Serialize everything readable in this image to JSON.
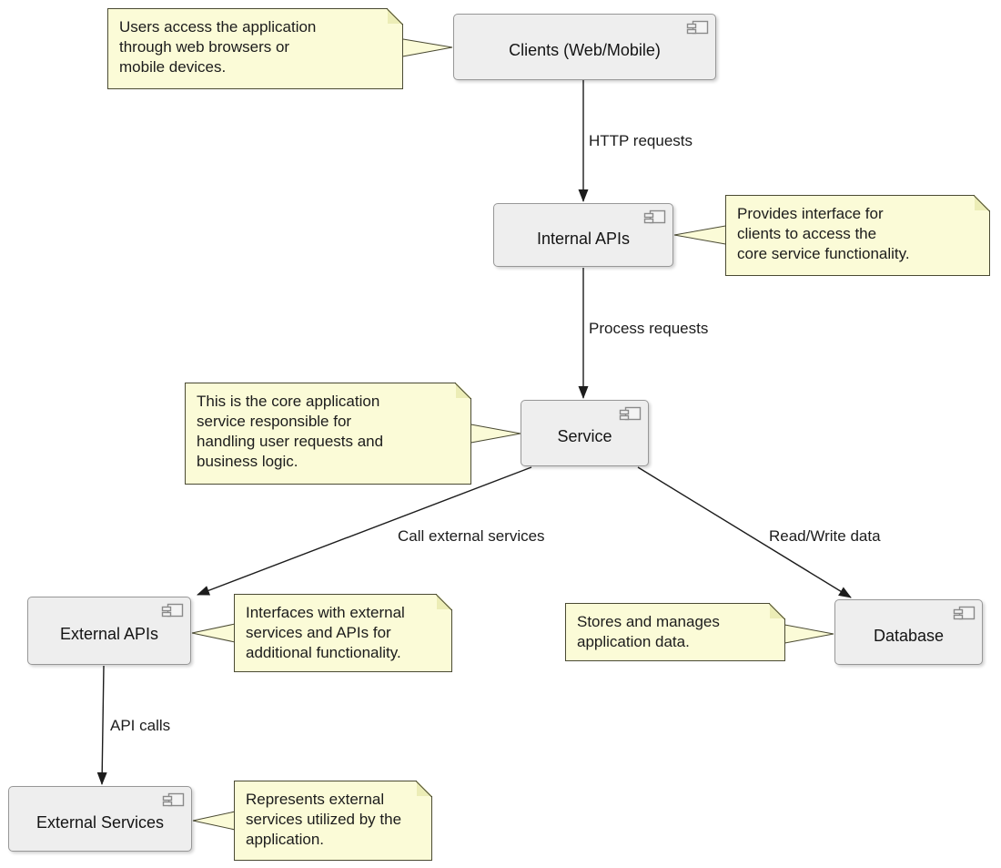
{
  "diagram_type": "uml-component-diagram",
  "components": [
    {
      "id": "clients",
      "label": "Clients (Web/Mobile)"
    },
    {
      "id": "internal-apis",
      "label": "Internal APIs"
    },
    {
      "id": "service",
      "label": "Service"
    },
    {
      "id": "external-apis",
      "label": "External APIs"
    },
    {
      "id": "database",
      "label": "Database"
    },
    {
      "id": "external-services",
      "label": "External Services"
    }
  ],
  "notes": [
    {
      "attached_to": "clients",
      "text": "Users access the application\nthrough web browsers or\nmobile devices."
    },
    {
      "attached_to": "internal-apis",
      "text": "Provides interface for\nclients to access the\ncore service functionality."
    },
    {
      "attached_to": "service",
      "text": "This is the core application\nservice responsible for\nhandling user requests and\nbusiness logic."
    },
    {
      "attached_to": "external-apis",
      "text": "Interfaces with external\nservices and APIs for\nadditional functionality."
    },
    {
      "attached_to": "database",
      "text": "Stores and manages\napplication data."
    },
    {
      "attached_to": "external-services",
      "text": "Represents external\nservices utilized by the\napplication."
    }
  ],
  "edges": [
    {
      "from": "clients",
      "to": "internal-apis",
      "label": "HTTP requests"
    },
    {
      "from": "internal-apis",
      "to": "service",
      "label": "Process requests"
    },
    {
      "from": "service",
      "to": "external-apis",
      "label": "Call external services"
    },
    {
      "from": "service",
      "to": "database",
      "label": "Read/Write data"
    },
    {
      "from": "external-apis",
      "to": "external-services",
      "label": "API calls"
    }
  ],
  "icons": {
    "component": "uml-component-icon"
  },
  "colors": {
    "note_fill": "#fbfbd7",
    "note_border": "#4a4a33",
    "component_fill": "#eeeeee",
    "component_border": "#979797",
    "arrow": "#1c1c1c",
    "background": "#ffffff"
  }
}
